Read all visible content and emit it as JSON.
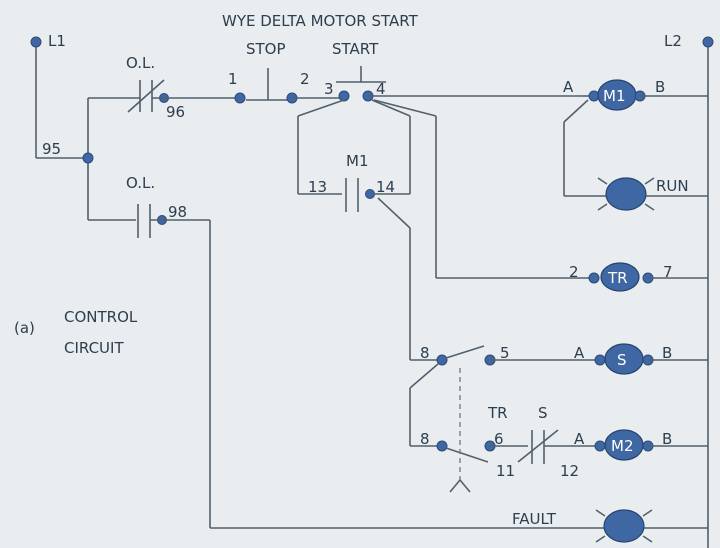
{
  "title": "WYE DELTA MOTOR START",
  "rails": {
    "left": "L1",
    "right": "L2"
  },
  "side_note": {
    "tag": "(a)",
    "line1": "CONTROL",
    "line2": "CIRCUIT"
  },
  "contacts": {
    "ol_top": "O.L.",
    "ol_top_num": "96",
    "ol_left_num": "95",
    "ol_bottom": "O.L.",
    "ol_bottom_num": "98",
    "stop": "STOP",
    "start": "START",
    "n1": "1",
    "n2": "2",
    "n3": "3",
    "n4": "4",
    "m1_contact": "M1",
    "n13": "13",
    "n14": "14",
    "tr_contact": "TR",
    "s_contact": "S",
    "n8a": "8",
    "n5": "5",
    "n8b": "8",
    "n6": "6",
    "n11": "11",
    "n12": "12"
  },
  "coils": {
    "m1": {
      "left": "A",
      "name": "M1",
      "right": "B"
    },
    "run": {
      "label": "RUN"
    },
    "tr": {
      "left": "2",
      "name": "TR",
      "right": "7"
    },
    "s": {
      "left": "A",
      "name": "S",
      "right": "B"
    },
    "m2": {
      "left": "A",
      "name": "M2",
      "right": "B"
    },
    "fault": {
      "label": "FAULT"
    }
  },
  "colors": {
    "background": "#e9edf0",
    "wire": "#51606c",
    "component": "#3f67a3"
  }
}
